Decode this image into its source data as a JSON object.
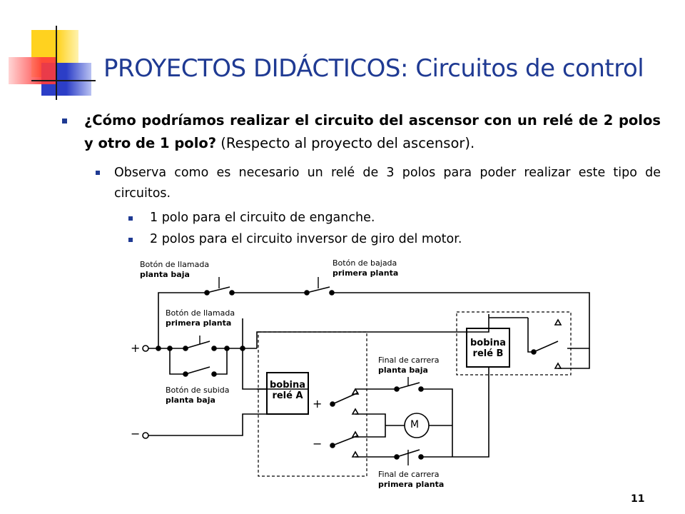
{
  "slide": {
    "title": "PROYECTOS DIDÁCTICOS: Circuitos de control",
    "q_bold": "¿Cómo podríamos realizar el circuito del ascensor con un relé de 2 polos y otro de 1 polo?",
    "q_normal": " (Respecto al proyecto del ascensor).",
    "observation": "Observa como es necesario un relé de 3 polos para poder realizar este tipo de circuitos.",
    "item1": "1 polo para el circuito de enganche.",
    "item2": "2 polos para el circuito inversor de giro del motor.",
    "page_number": "11"
  },
  "diagram": {
    "btn_llamada_pb_1": "Botón de llamada",
    "btn_llamada_pb_2": "planta baja",
    "btn_bajada_1": "Botón de bajada",
    "btn_bajada_2": "primera planta",
    "btn_llamada_pp_1": "Botón de llamada",
    "btn_llamada_pp_2": "primera planta",
    "btn_subida_1": "Botón de subida",
    "btn_subida_2": "planta baja",
    "fc_pb_1": "Final de carrera",
    "fc_pb_2": "planta baja",
    "fc_pp_1": "Final de carrera",
    "fc_pp_2": "primera planta",
    "coil_a_1": "bobina",
    "coil_a_2": "relé A",
    "coil_b_1": "bobina",
    "coil_b_2": "relé B",
    "motor": "M",
    "plus": "+",
    "minus": "−"
  },
  "colors": {
    "title": "#1f3a93",
    "bullet": "#1f3a93",
    "deco_yellow": "#ffd21f",
    "deco_blue": "#2c3ec7",
    "deco_red": "#ff3b3b"
  }
}
